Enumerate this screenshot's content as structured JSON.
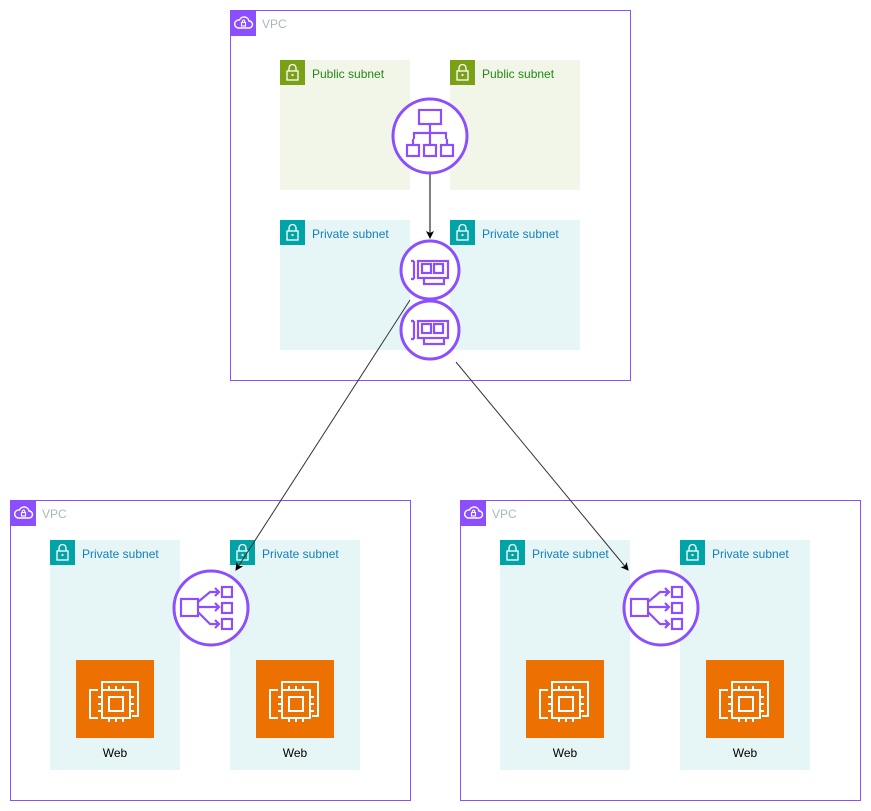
{
  "vpcs": [
    {
      "label": "VPC"
    },
    {
      "label": "VPC"
    },
    {
      "label": "VPC"
    }
  ],
  "subnets": {
    "top_public_left": "Public subnet",
    "top_public_right": "Public subnet",
    "top_private_left": "Private subnet",
    "top_private_right": "Private subnet",
    "left_private_a": "Private subnet",
    "left_private_b": "Private subnet",
    "right_private_a": "Private subnet",
    "right_private_b": "Private subnet"
  },
  "instances": {
    "left_a": "Web",
    "left_b": "Web",
    "right_a": "Web",
    "right_b": "Web"
  },
  "icons": {
    "vpc": "vpc-cloud-icon",
    "subnet": "padlock-icon",
    "alb": "application-load-balancer-icon",
    "eni": "elastic-network-interface-icon",
    "nlb": "network-load-balancer-icon",
    "ec2": "ec2-instance-icon"
  },
  "colors": {
    "vpc_border": "#8c4fff",
    "public_subnet": "#7aa116",
    "private_subnet": "#00a4a6",
    "ec2": "#ed7100",
    "service_icon": "#8c4fff"
  }
}
